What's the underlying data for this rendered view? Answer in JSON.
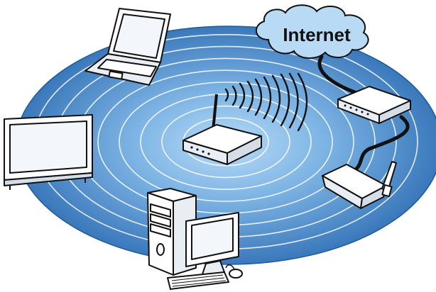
{
  "cloud": {
    "label": "Internet"
  },
  "colors": {
    "ring_outer": "#3f7fc0",
    "ring_mid": "#6aa6db",
    "ring_inner": "#9fcbef",
    "cloud_fill": "#b9daf4",
    "device_fill": "#ffffff",
    "device_stroke": "#111111",
    "cable": "#111111"
  },
  "devices": {
    "central": "wireless-router",
    "modem": "broadband-modem",
    "access_point": "access-point",
    "laptop": "laptop",
    "all_in_one": "all-in-one-pc",
    "desktop": "desktop-pc"
  }
}
